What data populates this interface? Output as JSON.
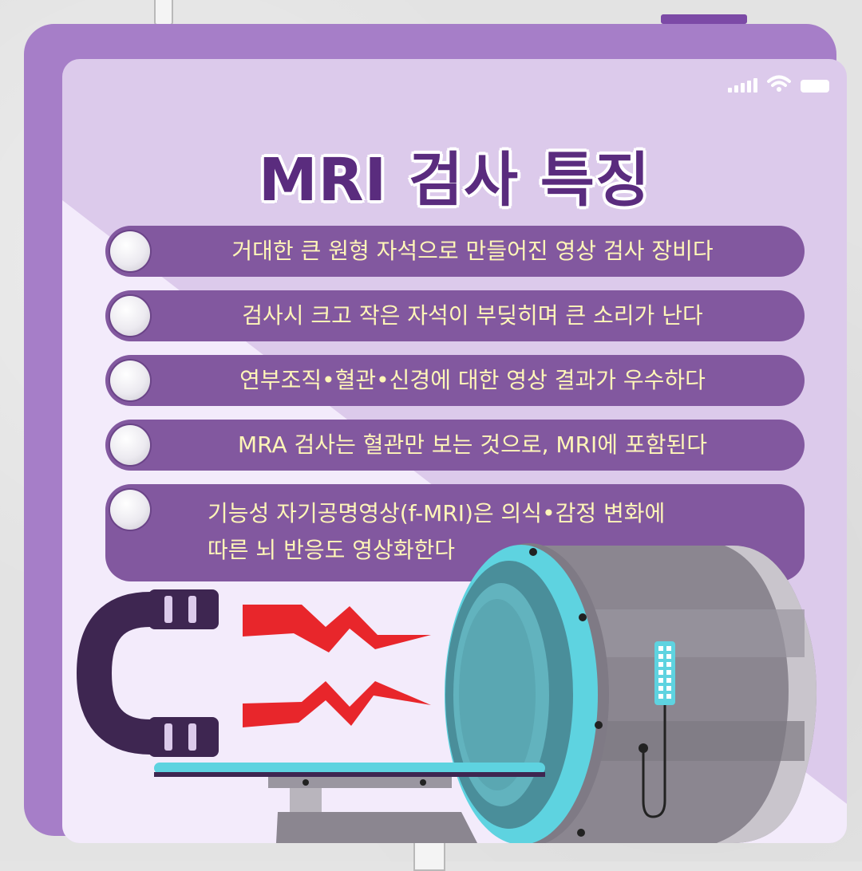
{
  "title": "MRI 검사 특징",
  "items": [
    {
      "text": "거대한 큰 원형 자석으로 만들어진 영상 검사 장비다"
    },
    {
      "text": "검사시 크고 작은 자석이 부딪히며 큰 소리가 난다"
    },
    {
      "text": "연부조직•혈관•신경에 대한 영상 결과가 우수하다"
    },
    {
      "text": "MRA 검사는 혈관만 보는 것으로, MRI에 포함된다"
    },
    {
      "line1": "기능성 자기공명영상(f-MRI)은 의식•감정 변화에",
      "line2": "따른 뇌 반응도 영상화한다"
    }
  ],
  "colors": {
    "frame": "#a67ec8",
    "title": "#5a2c7e",
    "pill": "#82589f",
    "pill_text": "#fff6b8",
    "magnet": "#3e2651",
    "zap": "#e8262b",
    "scanner_ring": "#5ed3e0",
    "scanner_body": "#8b8690"
  },
  "icons": [
    "signal-icon",
    "wifi-icon",
    "battery-icon",
    "magnet-icon",
    "lightning-icon",
    "mri-scanner-icon"
  ]
}
